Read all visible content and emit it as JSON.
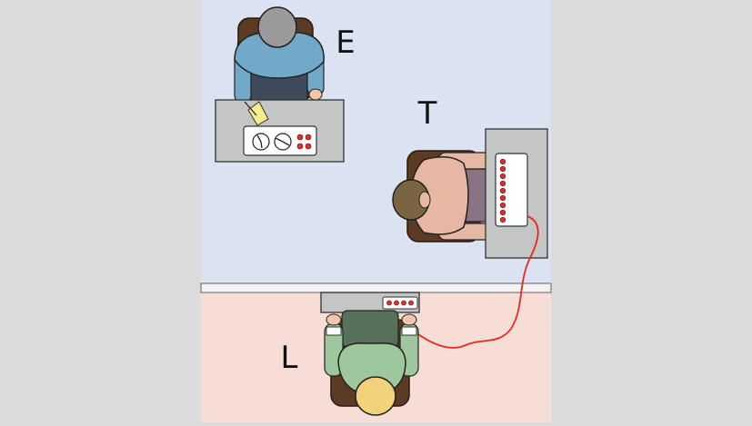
{
  "labels": {
    "experimenter": "E",
    "teacher": "T",
    "learner": "L"
  },
  "colors": {
    "background": "#dcdcdc",
    "upper_room": "#dbe2f2",
    "lower_room": "#f6ddd6",
    "wire": "#e8281e",
    "buttons": "#d8322c",
    "desk": "#c4c5c5"
  }
}
